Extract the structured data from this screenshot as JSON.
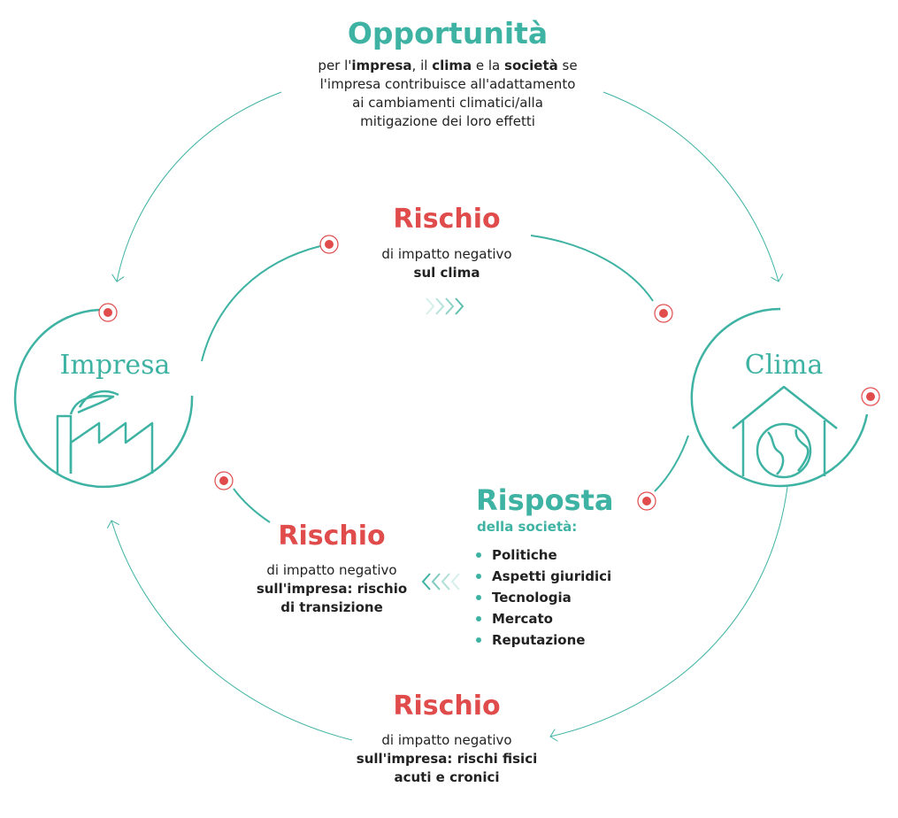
{
  "colors": {
    "teal": "#3fb3a3",
    "red": "#e04b4b"
  },
  "opportunity": {
    "title": "Opportunità",
    "line1_a": "per l'",
    "line1_b": "impresa",
    "line1_c": ", il ",
    "line1_d": "clima",
    "line1_e": " e la ",
    "line1_f": "società",
    "line1_g": " se",
    "line2": "l'impresa contribuisce all'adattamento",
    "line3": "ai cambiamenti climatici/alla",
    "line4": "mitigazione dei loro effetti"
  },
  "risk_climate": {
    "title": "Rischio",
    "line1": "di impatto negativo",
    "line2": "sul clima"
  },
  "nodes": {
    "impresa": "Impresa",
    "clima": "Clima"
  },
  "response": {
    "title": "Risposta",
    "subtitle": "della società:",
    "items": [
      "Politiche",
      "Aspetti giuridici",
      "Tecnologia",
      "Mercato",
      "Reputazione"
    ]
  },
  "risk_transition": {
    "title": "Rischio",
    "line1": "di impatto negativo",
    "line2": "sull'impresa: rischio",
    "line3": "di transizione"
  },
  "risk_physical": {
    "title": "Rischio",
    "line1": "di impatto negativo",
    "line2": "sull'impresa: rischi fisici",
    "line3": "acuti e cronici"
  }
}
